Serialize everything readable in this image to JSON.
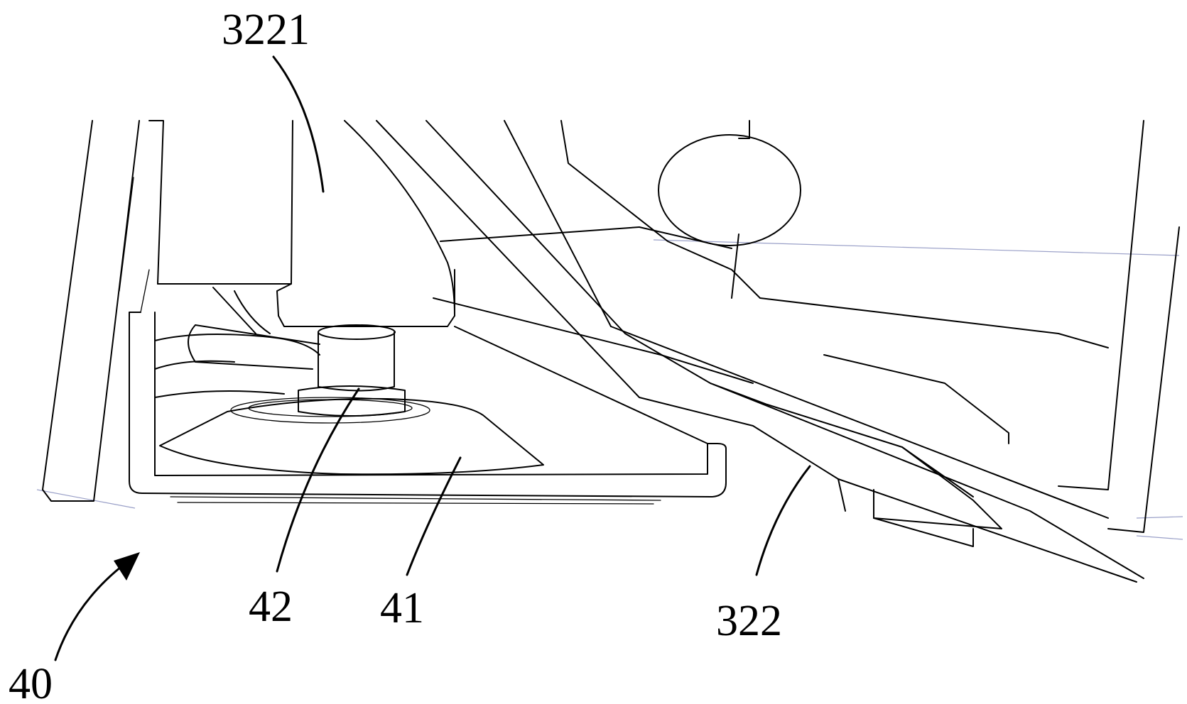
{
  "labels": {
    "l3221": "3221",
    "l42": "42",
    "l41": "41",
    "l322": "322",
    "l40": "40"
  },
  "colors": {
    "line": "#000000",
    "faint_line": "#9aa0c8",
    "background": "#ffffff"
  }
}
